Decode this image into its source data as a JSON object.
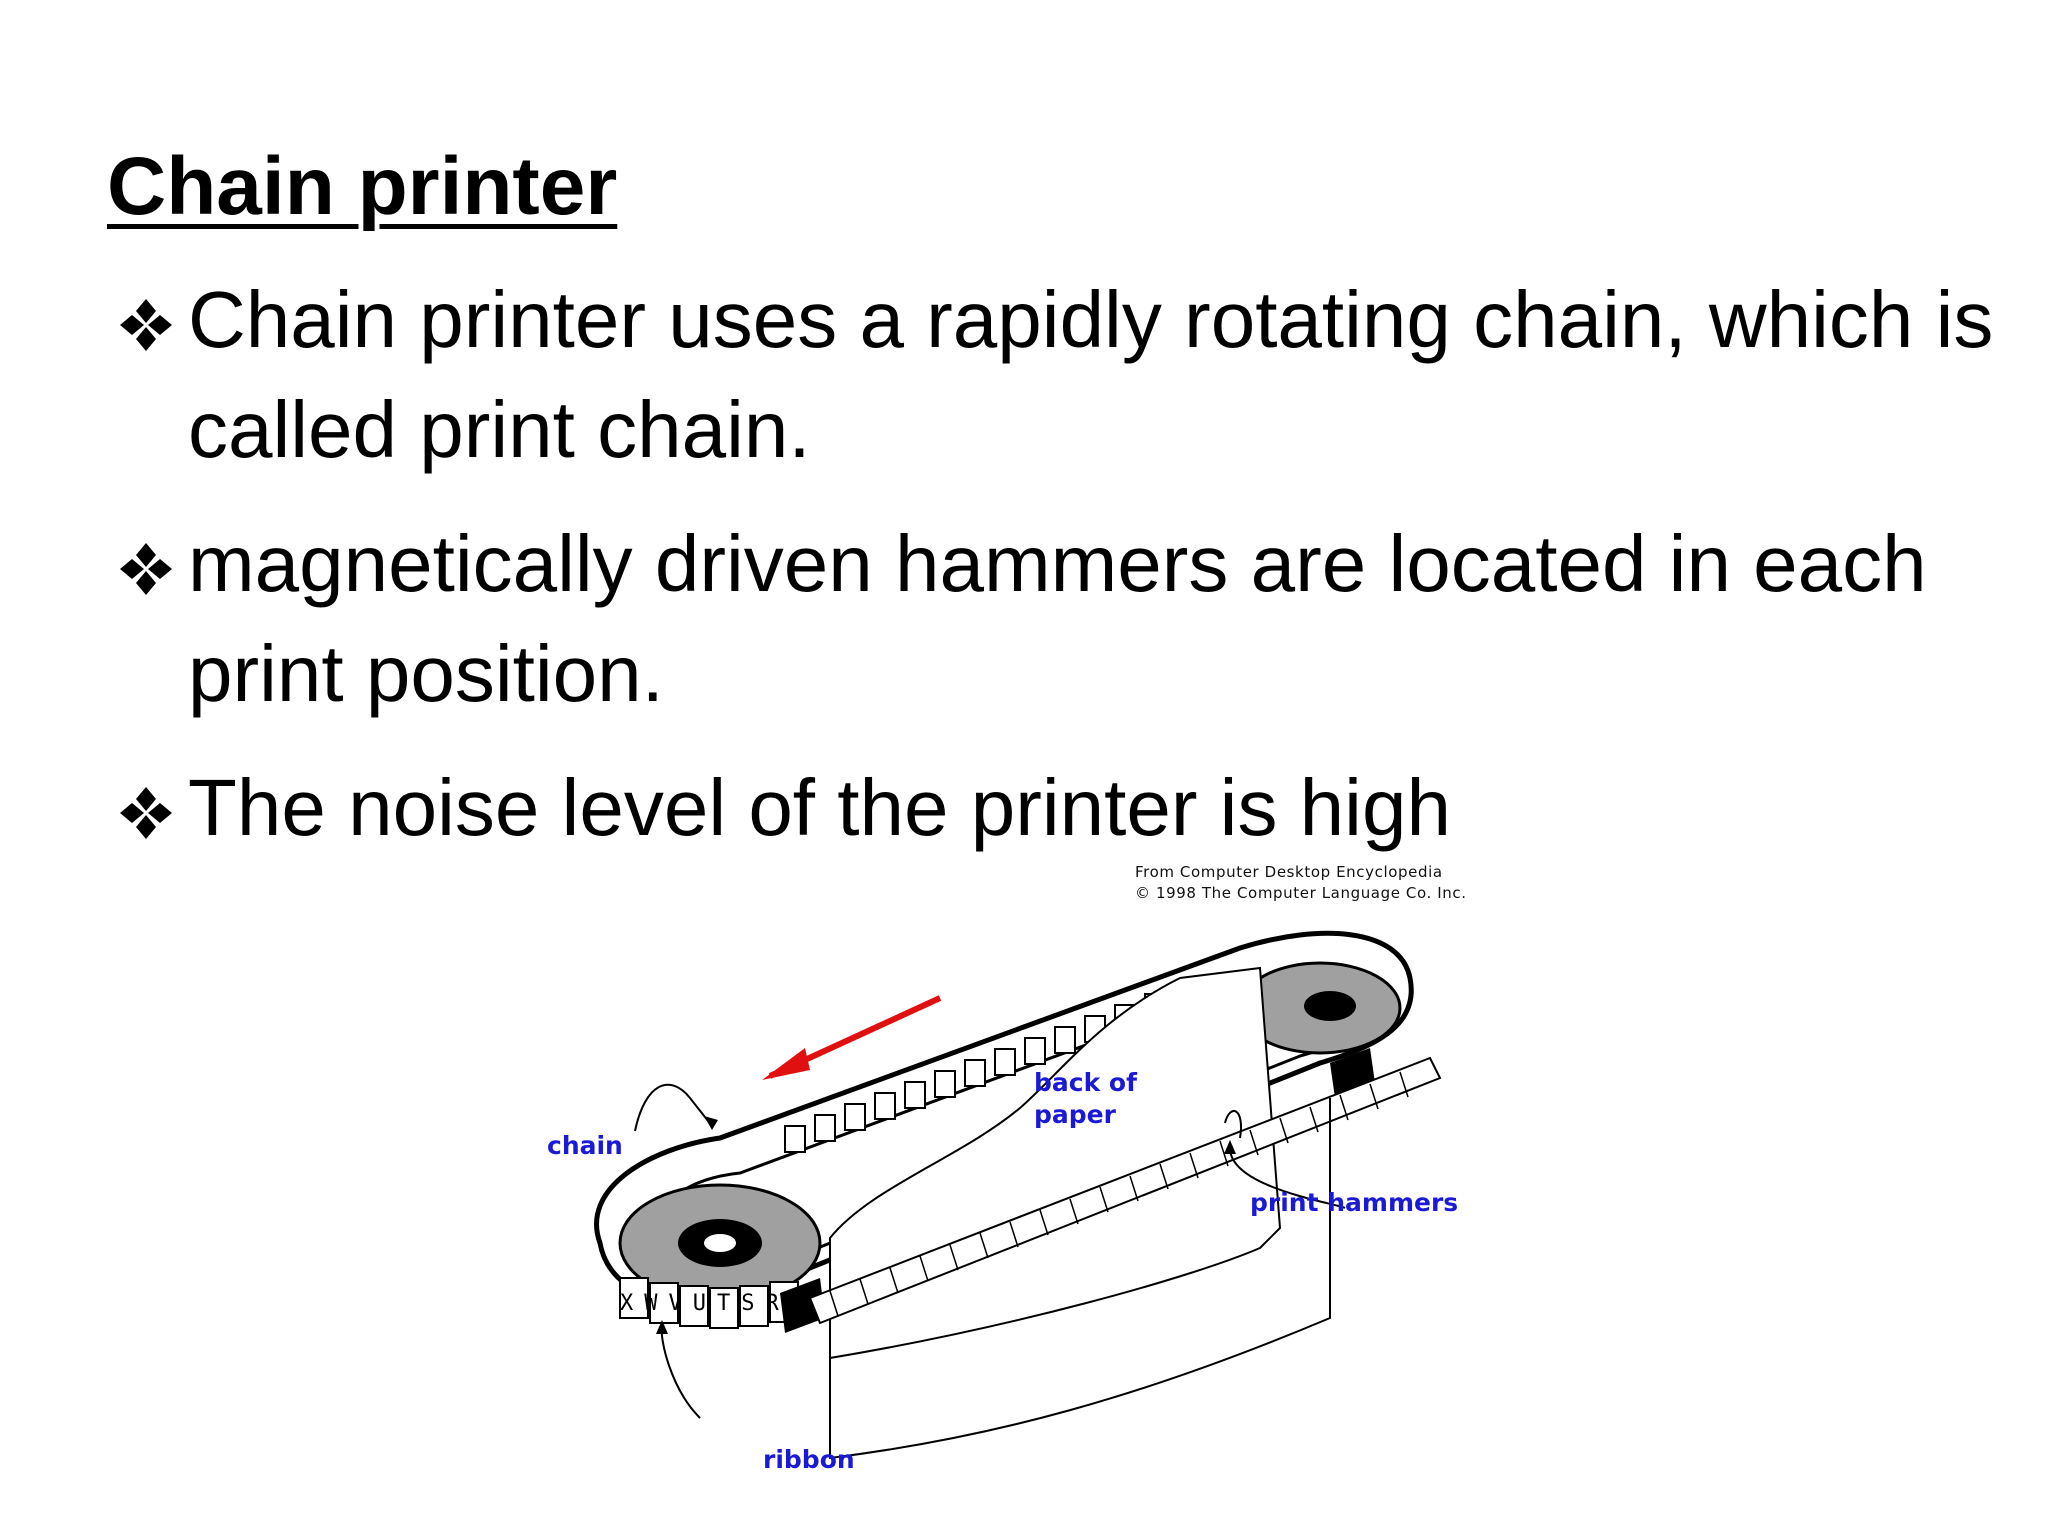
{
  "title": "Chain printer",
  "bullets": [
    "Chain printer uses a rapidly rotating chain, which is called print chain.",
    "magnetically driven hammers are located in each print position.",
    "The noise level of the printer is high"
  ],
  "figure": {
    "credit_line1": "From Computer Desktop Encyclopedia",
    "credit_line2": "© 1998 The Computer Language Co. Inc.",
    "labels": {
      "chain": "chain",
      "back_of_paper_1": "back of",
      "back_of_paper_2": "paper",
      "print_hammers": "print hammers",
      "ribbon": "ribbon"
    },
    "chain_letters": "XWVUTSR",
    "colors": {
      "label": "#1a1ad6",
      "arrow": "#e01010",
      "drum": "#a0a0a0"
    }
  }
}
